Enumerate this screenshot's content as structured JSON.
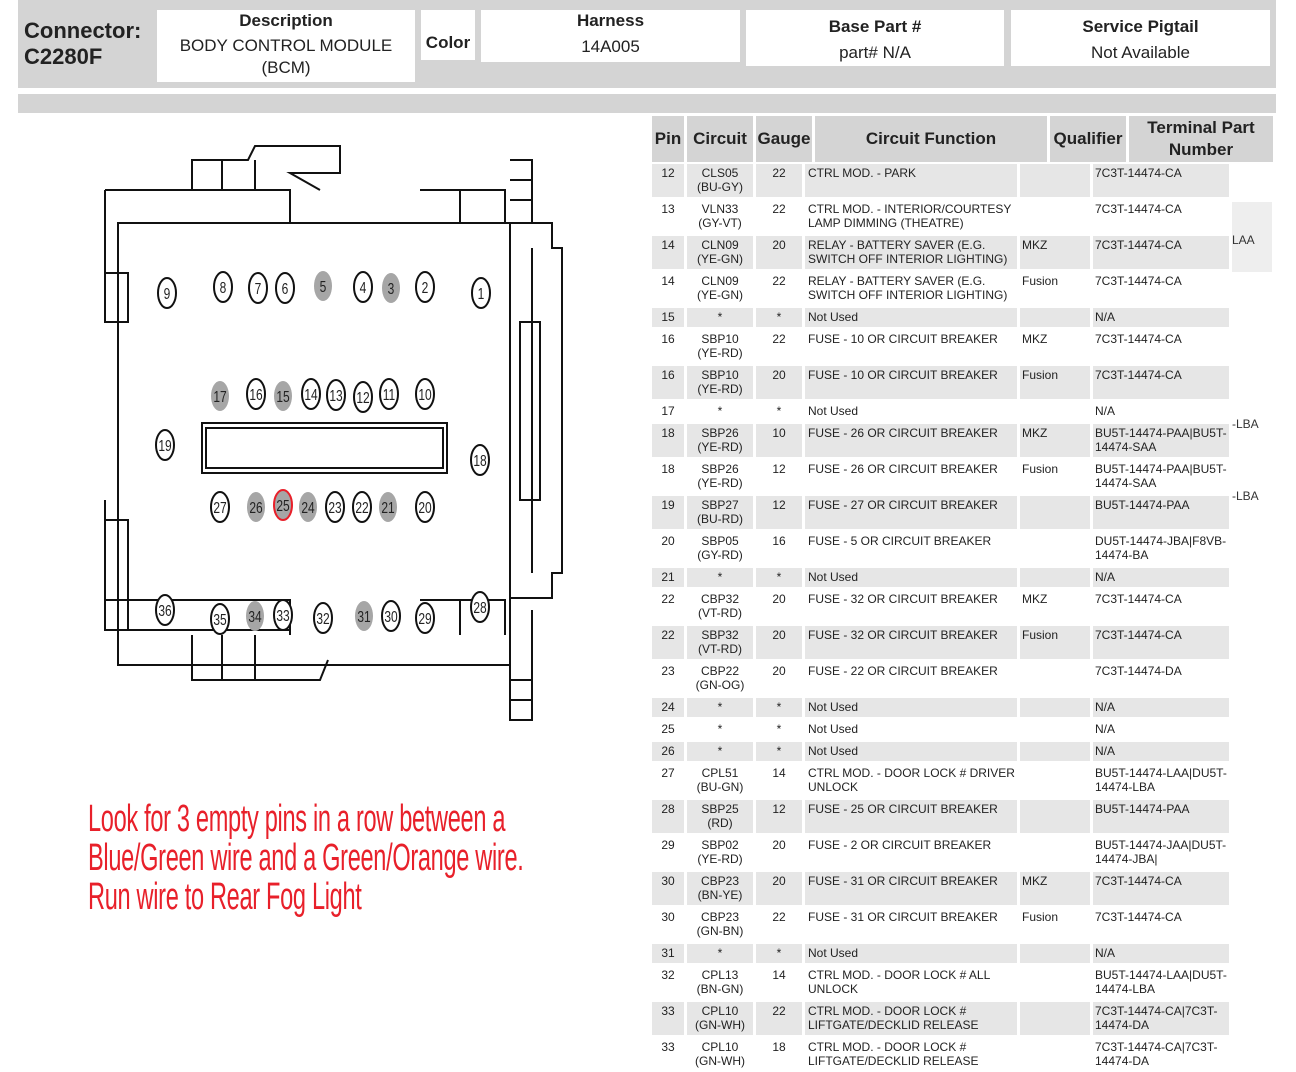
{
  "header": {
    "connector_label": "Connector:",
    "connector_id": "C2280F",
    "description_label": "Description",
    "description_value": "BODY CONTROL MODULE (BCM)",
    "color_label": "Color",
    "harness_label": "Harness",
    "harness_value": "14A005",
    "base_part_label": "Base Part #",
    "base_part_value": "part# N/A",
    "pigtail_label": "Service Pigtail",
    "pigtail_value": "Not Available"
  },
  "diagram": {
    "pins": [
      {
        "n": "9",
        "empty": false
      },
      {
        "n": "8",
        "empty": false
      },
      {
        "n": "7",
        "empty": false
      },
      {
        "n": "6",
        "empty": false
      },
      {
        "n": "5",
        "empty": true
      },
      {
        "n": "4",
        "empty": false
      },
      {
        "n": "3",
        "empty": true
      },
      {
        "n": "2",
        "empty": false
      },
      {
        "n": "1",
        "empty": false
      },
      {
        "n": "17",
        "empty": true
      },
      {
        "n": "16",
        "empty": false
      },
      {
        "n": "15",
        "empty": true
      },
      {
        "n": "14",
        "empty": false
      },
      {
        "n": "13",
        "empty": false
      },
      {
        "n": "12",
        "empty": false
      },
      {
        "n": "11",
        "empty": false
      },
      {
        "n": "10",
        "empty": false
      },
      {
        "n": "19",
        "empty": false
      },
      {
        "n": "18",
        "empty": false
      },
      {
        "n": "27",
        "empty": false
      },
      {
        "n": "26",
        "empty": true
      },
      {
        "n": "25",
        "empty": true,
        "highlight": true
      },
      {
        "n": "24",
        "empty": true
      },
      {
        "n": "23",
        "empty": false
      },
      {
        "n": "22",
        "empty": false
      },
      {
        "n": "21",
        "empty": true
      },
      {
        "n": "20",
        "empty": false
      },
      {
        "n": "36",
        "empty": false
      },
      {
        "n": "35",
        "empty": false
      },
      {
        "n": "34",
        "empty": true
      },
      {
        "n": "33",
        "empty": false
      },
      {
        "n": "32",
        "empty": false
      },
      {
        "n": "31",
        "empty": true
      },
      {
        "n": "30",
        "empty": false
      },
      {
        "n": "29",
        "empty": false
      },
      {
        "n": "28",
        "empty": false
      }
    ],
    "highlight_color": "#e8202a",
    "empty_color": "#a6a6a6"
  },
  "note": {
    "lines": [
      "Look for 3 empty pins in a row between a",
      "Blue/Green wire and a Green/Orange wire.",
      "Run wire to Rear Fog Light"
    ],
    "color": "#e8202a"
  },
  "table": {
    "headers": [
      "Pin",
      "Circuit",
      "Gauge",
      "Circuit Function",
      "Qualifier",
      "Terminal Part Number"
    ],
    "rows": [
      [
        "12",
        "CLS05 (BU-GY)",
        "22",
        "CTRL MOD. - PARK",
        "",
        "7C3T-14474-CA"
      ],
      [
        "13",
        "VLN33 (GY-VT)",
        "22",
        "CTRL MOD. - INTERIOR/COURTESY LAMP DIMMING (THEATRE)",
        "",
        "7C3T-14474-CA"
      ],
      [
        "14",
        "CLN09 (YE-GN)",
        "20",
        "RELAY - BATTERY SAVER (E.G. SWITCH OFF INTERIOR LIGHTING)",
        "MKZ",
        "7C3T-14474-CA"
      ],
      [
        "14",
        "CLN09 (YE-GN)",
        "22",
        "RELAY - BATTERY SAVER (E.G. SWITCH OFF INTERIOR LIGHTING)",
        "Fusion",
        "7C3T-14474-CA"
      ],
      [
        "15",
        "*",
        "*",
        "Not Used",
        "",
        "N/A"
      ],
      [
        "16",
        "SBP10 (YE-RD)",
        "22",
        "FUSE - 10 OR CIRCUIT BREAKER",
        "MKZ",
        "7C3T-14474-CA"
      ],
      [
        "16",
        "SBP10 (YE-RD)",
        "20",
        "FUSE - 10 OR CIRCUIT BREAKER",
        "Fusion",
        "7C3T-14474-CA"
      ],
      [
        "17",
        "*",
        "*",
        "Not Used",
        "",
        "N/A"
      ],
      [
        "18",
        "SBP26 (YE-RD)",
        "10",
        "FUSE - 26 OR CIRCUIT BREAKER",
        "MKZ",
        "BU5T-14474-PAA|BU5T-14474-SAA"
      ],
      [
        "18",
        "SBP26 (YE-RD)",
        "12",
        "FUSE - 26 OR CIRCUIT BREAKER",
        "Fusion",
        "BU5T-14474-PAA|BU5T-14474-SAA"
      ],
      [
        "19",
        "SBP27 (BU-RD)",
        "12",
        "FUSE - 27 OR CIRCUIT BREAKER",
        "",
        "BU5T-14474-PAA"
      ],
      [
        "20",
        "SBP05 (GY-RD)",
        "16",
        "FUSE - 5 OR CIRCUIT BREAKER",
        "",
        "DU5T-14474-JBA|F8VB-14474-BA"
      ],
      [
        "21",
        "*",
        "*",
        "Not Used",
        "",
        "N/A"
      ],
      [
        "22",
        "CBP32 (VT-RD)",
        "20",
        "FUSE - 32 OR CIRCUIT BREAKER",
        "MKZ",
        "7C3T-14474-CA"
      ],
      [
        "22",
        "SBP32 (VT-RD)",
        "20",
        "FUSE - 32 OR CIRCUIT BREAKER",
        "Fusion",
        "7C3T-14474-CA"
      ],
      [
        "23",
        "CBP22 (GN-OG)",
        "20",
        "FUSE - 22 OR CIRCUIT BREAKER",
        "",
        "7C3T-14474-DA"
      ],
      [
        "24",
        "*",
        "*",
        "Not Used",
        "",
        "N/A"
      ],
      [
        "25",
        "*",
        "*",
        "Not Used",
        "",
        "N/A"
      ],
      [
        "26",
        "*",
        "*",
        "Not Used",
        "",
        "N/A"
      ],
      [
        "27",
        "CPL51 (BU-GN)",
        "14",
        "CTRL MOD. - DOOR LOCK # DRIVER UNLOCK",
        "",
        "BU5T-14474-LAA|DU5T-14474-LBA"
      ],
      [
        "28",
        "SBP25 (RD)",
        "12",
        "FUSE - 25 OR CIRCUIT BREAKER",
        "",
        "BU5T-14474-PAA"
      ],
      [
        "29",
        "SBP02 (YE-RD)",
        "20",
        "FUSE - 2 OR CIRCUIT BREAKER",
        "",
        "BU5T-14474-JAA|DU5T-14474-JBA|"
      ],
      [
        "30",
        "CBP23 (BN-YE)",
        "20",
        "FUSE - 31 OR CIRCUIT BREAKER",
        "MKZ",
        "7C3T-14474-CA"
      ],
      [
        "30",
        "CBP23 (GN-BN)",
        "22",
        "FUSE - 31 OR CIRCUIT BREAKER",
        "Fusion",
        "7C3T-14474-CA"
      ],
      [
        "31",
        "*",
        "*",
        "Not Used",
        "",
        "N/A"
      ],
      [
        "32",
        "CPL13 (BN-GN)",
        "14",
        "CTRL MOD. - DOOR LOCK # ALL UNLOCK",
        "",
        "BU5T-14474-LAA|DU5T-14474-LBA"
      ],
      [
        "33",
        "CPL10 (GN-WH)",
        "22",
        "CTRL MOD. - DOOR LOCK # LIFTGATE/DECKLID RELEASE",
        "",
        "7C3T-14474-CA|7C3T-14474-DA"
      ],
      [
        "33",
        "CPL10 (GN-WH)",
        "18",
        "CTRL MOD. - DOOR LOCK # LIFTGATE/DECKLID RELEASE",
        "",
        "7C3T-14474-CA|7C3T-14474-DA"
      ]
    ],
    "edge_fragments": [
      "LAA",
      "-LBA",
      "-LBA"
    ]
  }
}
